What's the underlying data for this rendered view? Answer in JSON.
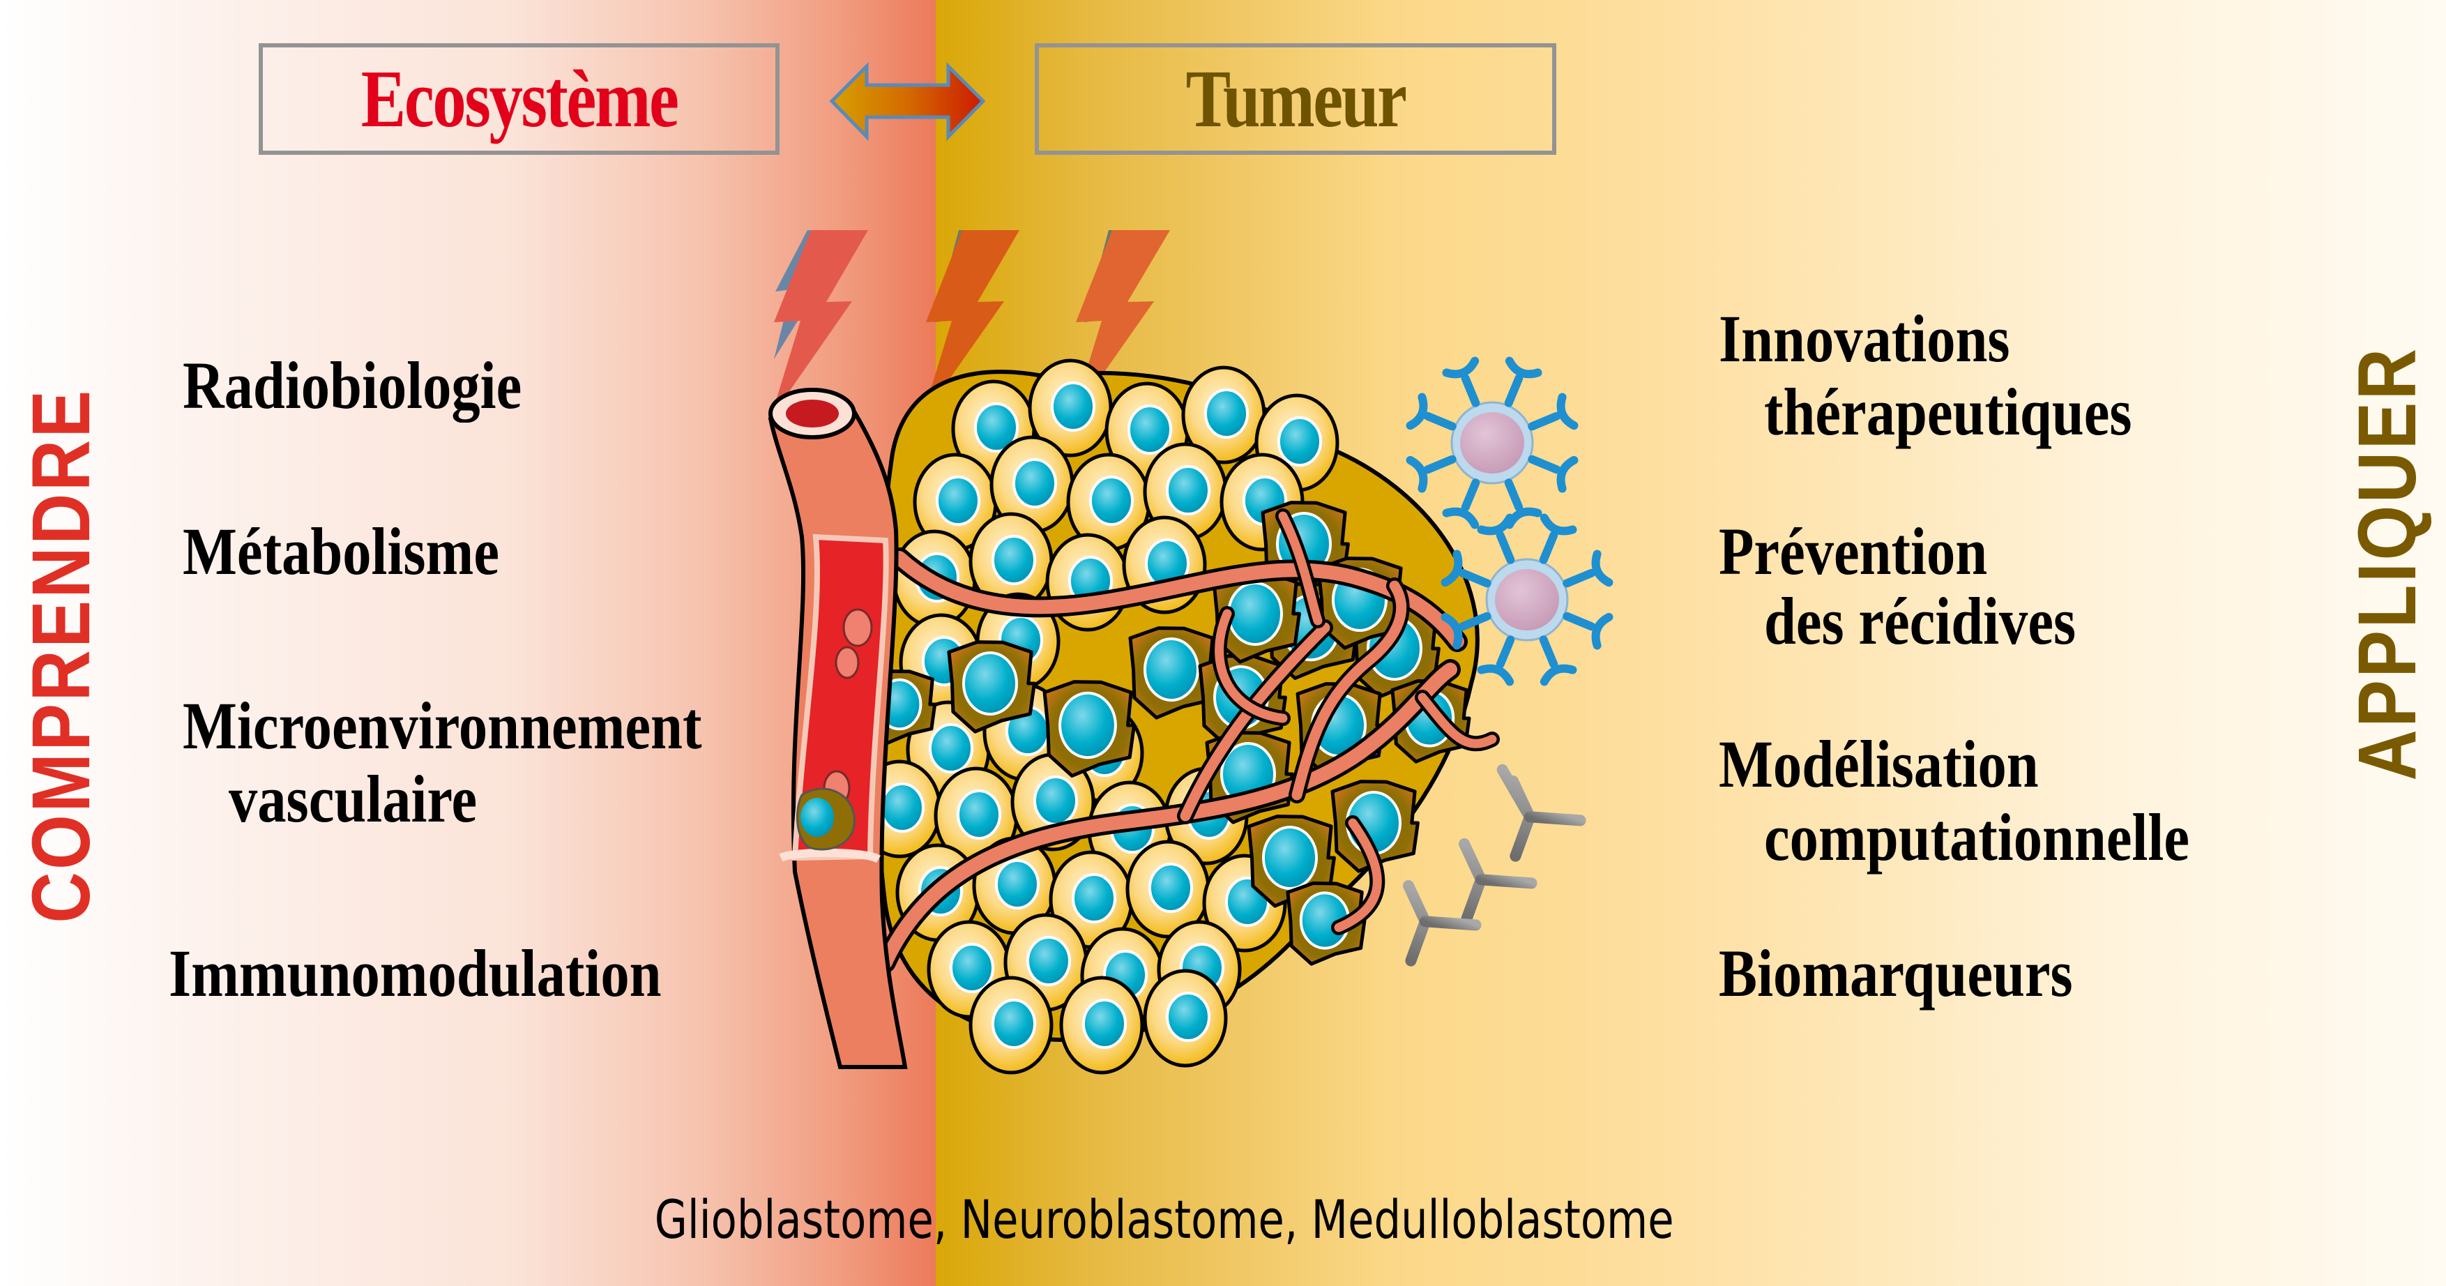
{
  "header": {
    "left_box_title": "Ecosystème",
    "right_box_title": "Tumeur",
    "connector": "double-arrow"
  },
  "side_labels": {
    "left": "COMPRENDRE",
    "right": "APPLIQUER"
  },
  "left_topics": [
    {
      "lines": [
        "Radiobiologie"
      ]
    },
    {
      "lines": [
        "Métabolisme"
      ]
    },
    {
      "lines": [
        "Microenvironnement",
        "vasculaire"
      ]
    },
    {
      "lines": [
        "Immunomodulation"
      ]
    }
  ],
  "right_topics": [
    {
      "lines": [
        "Innovations",
        "thérapeutiques"
      ]
    },
    {
      "lines": [
        "Prévention",
        "des récidives"
      ]
    },
    {
      "lines": [
        "Modélisation",
        "computationnelle"
      ]
    },
    {
      "lines": [
        "Biomarqueurs"
      ]
    }
  ],
  "caption": "Glioblastome, Neuroblastome, Medulloblastome",
  "illustration": {
    "icons": [
      "lightning-bolt-icon",
      "lightning-bolt-icon",
      "lightning-bolt-icon",
      "blood-vessel",
      "tumor-cell-cluster",
      "immune-cell-icon",
      "immune-cell-icon",
      "antibody-icon",
      "antibody-icon",
      "antibody-icon"
    ]
  },
  "colors": {
    "ecosystem_red": "#e2001a",
    "tumor_brown": "#6e5300",
    "comprendre_red": "#e03026",
    "appliquer_brown": "#7a5a00",
    "box_border": "#939393",
    "arrow_border": "#5a8ab8"
  }
}
